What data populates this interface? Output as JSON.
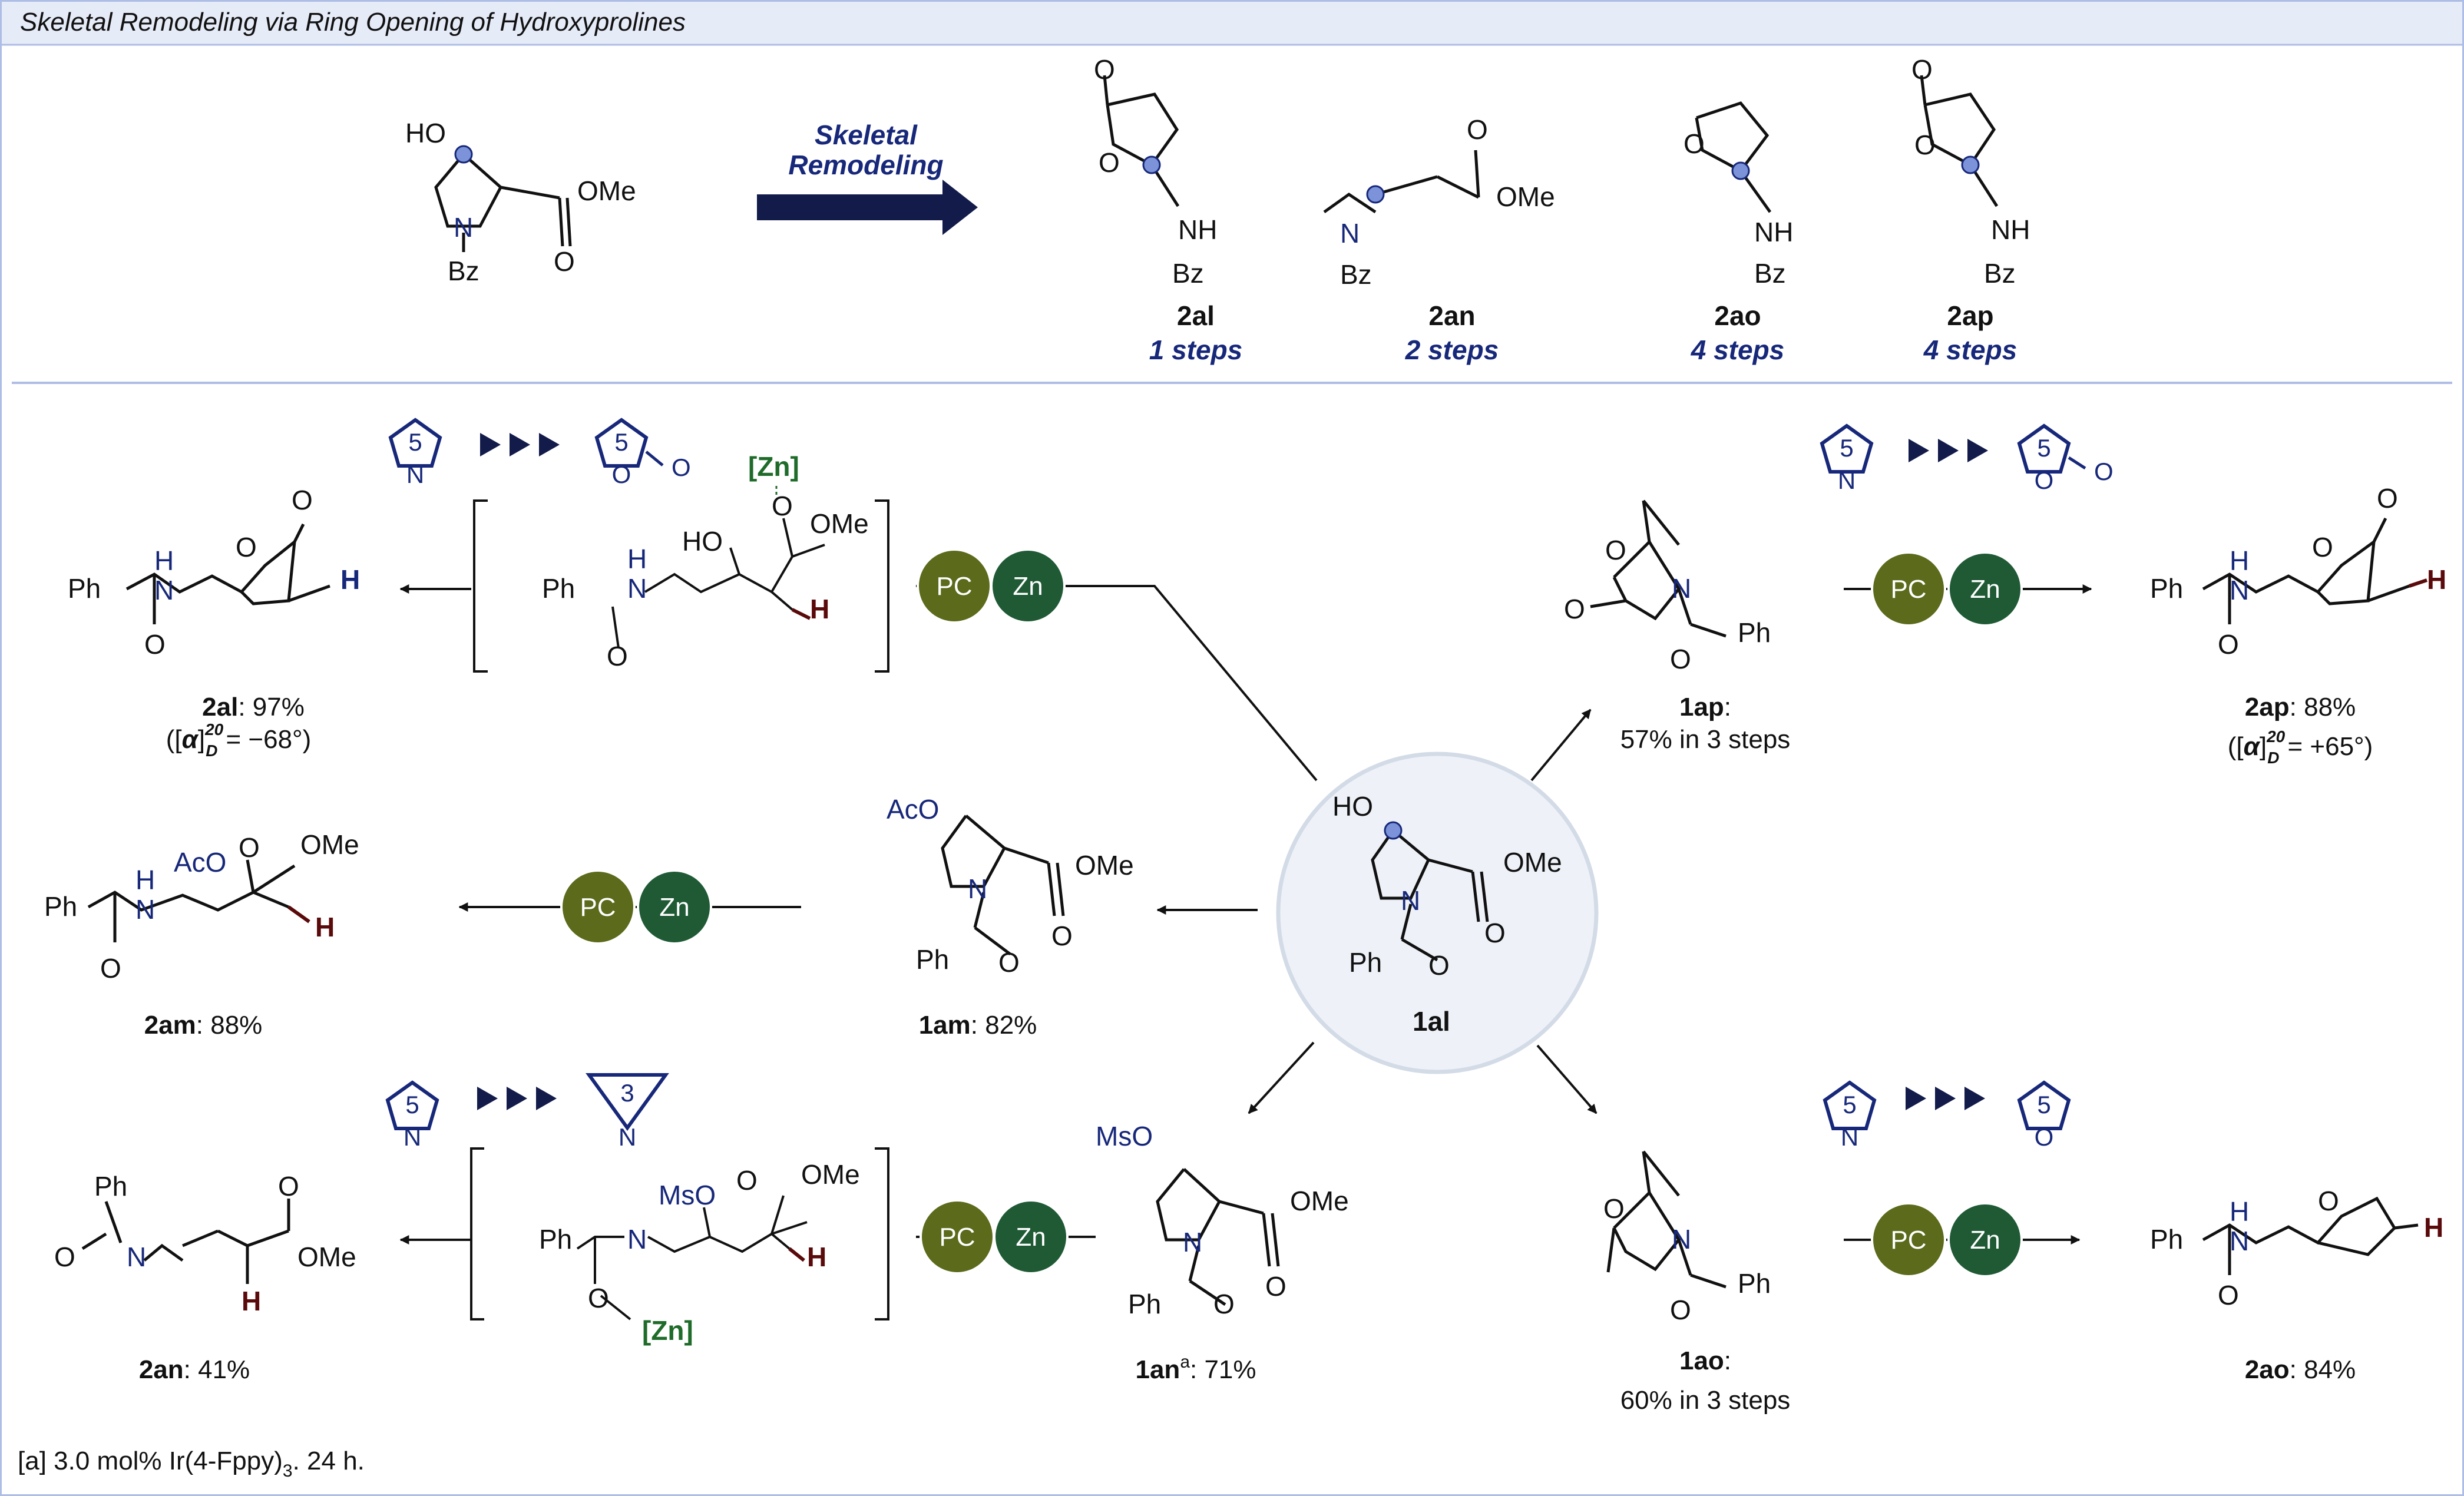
{
  "header": {
    "title": "Skeletal Remodeling via Ring Opening of Hydroxyprolines"
  },
  "colors": {
    "navy": "#121b4a",
    "blue": "#17287a",
    "olive": "#5b6a1b",
    "green": "#1f5a35",
    "zn_text": "#1f6b2a",
    "dark_red": "#5a0a0a",
    "header_bg": "#e6ebf8",
    "header_border": "#aebde5",
    "circle_fill": "#eef2f8",
    "circle_stroke": "#d3dbe7"
  },
  "top": {
    "arrow_label_1": "Skeletal",
    "arrow_label_2": "Remodeling",
    "products": [
      {
        "id": "2al",
        "steps": "1 steps"
      },
      {
        "id": "2an",
        "steps": "2 steps"
      },
      {
        "id": "2ao",
        "steps": "4 steps"
      },
      {
        "id": "2ap",
        "steps": "4 steps"
      }
    ]
  },
  "labels": {
    "HO": "HO",
    "N": "N",
    "Bz": "Bz",
    "OMe": "OMe",
    "O": "O",
    "NH": "NH",
    "H": "H",
    "Ph": "Ph",
    "AcO": "AcO",
    "MsO": "MsO",
    "Zn_bracket": "[Zn]",
    "PC": "PC",
    "Zn": "Zn",
    "ring5": "5",
    "ring3": "3"
  },
  "compounds": {
    "c2al": {
      "id": "2al",
      "value": ": 97%",
      "rotation_open": "([",
      "alpha": "α",
      "rotation_sup": "20",
      "rotation_sub": "D",
      "rotation_value": "= −68°)"
    },
    "c2am": {
      "id": "2am",
      "value": ": 88%"
    },
    "c2an": {
      "id": "2an",
      "value": ": 41%"
    },
    "c1am": {
      "id": "1am",
      "value": ": 82%"
    },
    "c1an": {
      "id": "1an",
      "sup": "a",
      "value": ": 71%"
    },
    "c1al": {
      "id": "1al"
    },
    "c1ap": {
      "id": "1ap",
      "value": ":",
      "line2": "57% in 3 steps"
    },
    "c1ao": {
      "id": "1ao",
      "value": ":",
      "line2": "60% in 3 steps"
    },
    "c2ap": {
      "id": "2ap",
      "value": ": 88%",
      "rotation_open": "([",
      "alpha": "α",
      "rotation_sup": "20",
      "rotation_sub": "D",
      "rotation_value": "= +65°)"
    },
    "c2ao": {
      "id": "2ao",
      "value": ": 84%"
    }
  },
  "footnote": {
    "prefix": "[a] 3.0 mol% Ir(4-Fppy)",
    "sub": "3",
    "suffix": ". 24 h."
  }
}
